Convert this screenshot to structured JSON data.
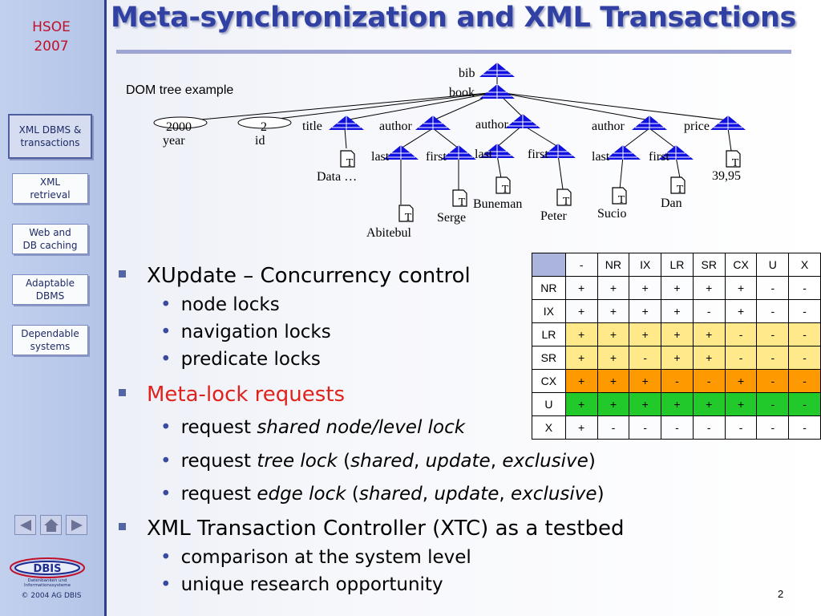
{
  "sidebar": {
    "brand_line1": "HSOE",
    "brand_line2": "2007",
    "nav": [
      {
        "label": "XML DBMS &\ntransactions"
      },
      {
        "label": "XML\nretrieval"
      },
      {
        "label": "Web and\nDB caching"
      },
      {
        "label": "Adaptable\nDBMS"
      },
      {
        "label": "Dependable\nsystems"
      }
    ],
    "logo_text": "DBIS",
    "logo_sub": "Datenbanken und Informationssysteme",
    "copyright": "© 2004 AG DBIS"
  },
  "slide": {
    "title": "Meta-synchronization and XML Transactions",
    "tree_caption": "DOM tree example",
    "page_number": "2"
  },
  "tree": {
    "nodes": {
      "bib": "bib",
      "book": "book",
      "year_val": "2000",
      "year": "year",
      "id_val": "2",
      "id": "id",
      "title": "title",
      "author1": "author",
      "author2": "author",
      "author3": "author",
      "price": "price",
      "last1": "last",
      "first1": "first",
      "last2": "last",
      "first2": "first",
      "last3": "last",
      "first3": "first",
      "data": "Data …",
      "price_val": "39,95",
      "abitebul": "Abitebul",
      "serge": "Serge",
      "buneman": "Buneman",
      "peter": "Peter",
      "sucio": "Sucio",
      "dan": "Dan",
      "text_marker": "T"
    }
  },
  "bullets": {
    "b1": "XUpdate – Concurrency control",
    "b1a": "node locks",
    "b1b": "navigation locks",
    "b1c": "predicate locks",
    "b2": "Meta-lock requests",
    "b2a_pre": "request ",
    "b2a_em": "shared node/level lock",
    "b2b_pre": "request ",
    "b2b_em": "tree lock",
    "b2b_mid1": " (",
    "b2b_em2": "shared",
    "b2b_c1": ", ",
    "b2b_em3": "update",
    "b2b_c2": ", ",
    "b2b_em4": "exclusive",
    "b2b_end": ")",
    "b2c_pre": "request ",
    "b2c_em": "edge lock",
    "b2c_mid1": " (",
    "b2c_em2": "shared",
    "b2c_c1": ", ",
    "b2c_em3": "update",
    "b2c_c2": ", ",
    "b2c_em4": "exclusive",
    "b2c_end": ")",
    "b3": "XML Transaction Controller (XTC) as a testbed",
    "b3a": "comparison at the system level",
    "b3b": "unique research opportunity"
  },
  "lock_table": {
    "headers": [
      "-",
      "NR",
      "IX",
      "LR",
      "SR",
      "CX",
      "U",
      "X"
    ],
    "rows": [
      {
        "name": "NR",
        "cells": [
          "+",
          "+",
          "+",
          "+",
          "+",
          "+",
          "-",
          "-"
        ]
      },
      {
        "name": "IX",
        "cells": [
          "+",
          "+",
          "+",
          "+",
          "-",
          "+",
          "-",
          "-"
        ]
      },
      {
        "name": "LR",
        "cells": [
          "+",
          "+",
          "+",
          "+",
          "+",
          "-",
          "-",
          "-"
        ]
      },
      {
        "name": "SR",
        "cells": [
          "+",
          "+",
          "-",
          "+",
          "+",
          "-",
          "-",
          "-"
        ]
      },
      {
        "name": "CX",
        "cells": [
          "+",
          "+",
          "+",
          "-",
          "-",
          "+",
          "-",
          "-"
        ]
      },
      {
        "name": "U",
        "cells": [
          "+",
          "+",
          "+",
          "+",
          "+",
          "+",
          "-",
          "-"
        ]
      },
      {
        "name": "X",
        "cells": [
          "+",
          "-",
          "-",
          "-",
          "-",
          "-",
          "-",
          "-"
        ]
      }
    ],
    "row_colors": {
      "LR": "#ffe98a",
      "SR": "#ffe98a",
      "CX": "#ff9900",
      "U": "#22c92a"
    }
  },
  "colors": {
    "title": "#3041a3",
    "accent_red": "#e0221c",
    "node_blue": "#1010e0",
    "sidebar": "#b3c4e8"
  }
}
